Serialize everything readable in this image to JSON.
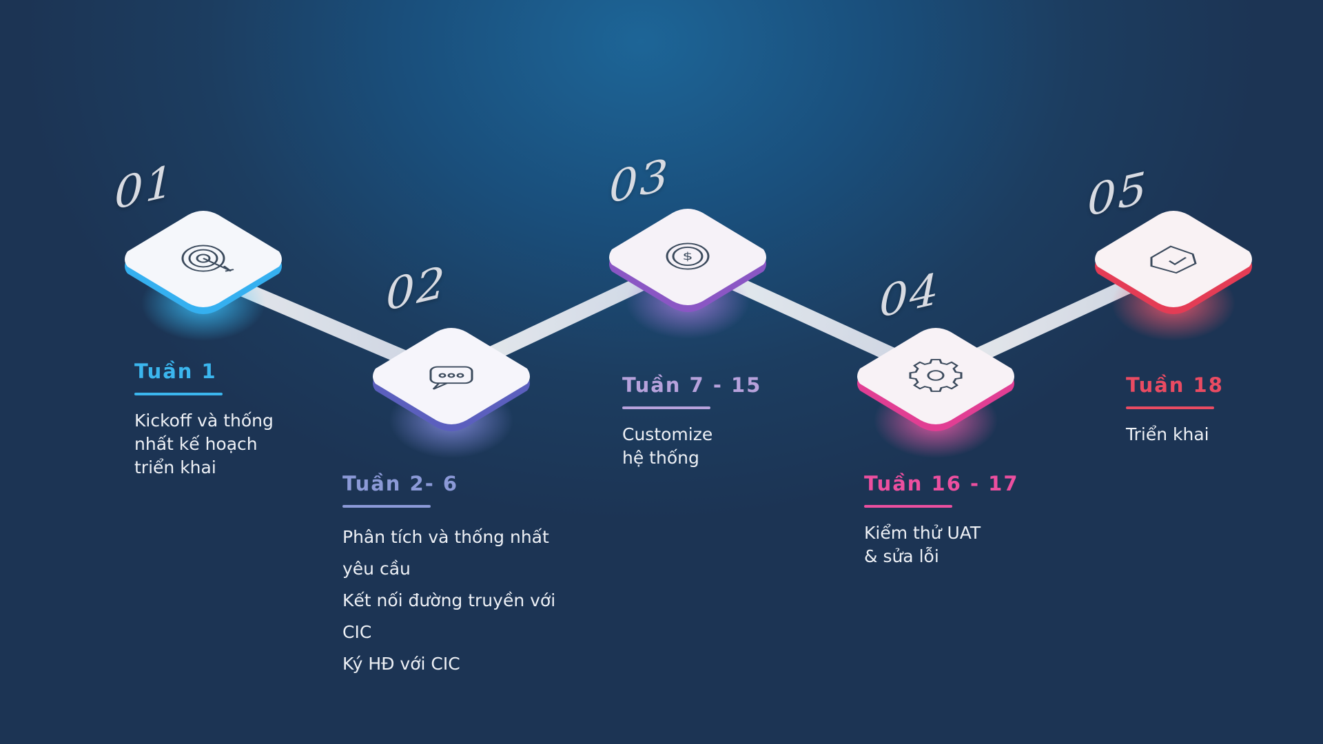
{
  "timeline": {
    "steps": [
      {
        "number": "01",
        "week": "Tuần 1",
        "accent": "#3bb6ee",
        "icon": "target-icon",
        "description": [
          "Kickoff và thống",
          "nhất kế hoạch",
          "triển khai"
        ]
      },
      {
        "number": "02",
        "week": "Tuần 2- 6",
        "accent": "#8c9ad8",
        "icon": "chat-bubble-icon",
        "description": [
          "Phân tích và thống nhất",
          "yêu cầu",
          "Kết nối đường truyền với",
          "CIC",
          "Ký HĐ với CIC"
        ]
      },
      {
        "number": "03",
        "week": "Tuần 7 - 15",
        "accent": "#b7a2dc",
        "icon": "dollar-coin-icon",
        "description": [
          "Customize",
          "hệ thống"
        ]
      },
      {
        "number": "04",
        "week": "Tuần 16 - 17",
        "accent": "#ec4f9f",
        "icon": "gear-icon",
        "description": [
          "Kiểm thử UAT",
          "& sửa lỗi"
        ]
      },
      {
        "number": "05",
        "week": "Tuần 18",
        "accent": "#ea4b62",
        "icon": "checkbox-icon",
        "description": [
          "Triển khai"
        ]
      }
    ]
  }
}
